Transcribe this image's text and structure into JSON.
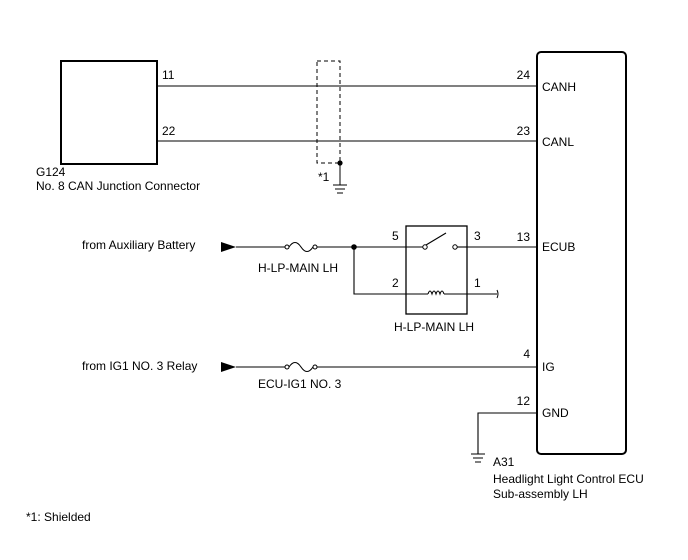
{
  "components": {
    "junction_connector": {
      "code": "G124",
      "name": "No. 8 CAN Junction Connector",
      "pins": [
        "11",
        "22"
      ]
    },
    "ecu": {
      "code": "A31",
      "name_line1": "Headlight Light Control ECU",
      "name_line2": "Sub-assembly LH",
      "pins": [
        {
          "number": "24",
          "label": "CANH"
        },
        {
          "number": "23",
          "label": "CANL"
        },
        {
          "number": "13",
          "label": "ECUB"
        },
        {
          "number": "4",
          "label": "IG"
        },
        {
          "number": "12",
          "label": "GND"
        }
      ]
    },
    "relay": {
      "name": "H-LP-MAIN LH",
      "pins": [
        "5",
        "3",
        "2",
        "1"
      ]
    }
  },
  "sources": {
    "aux_battery": "from Auxiliary Battery",
    "ig1_relay": "from IG1 NO. 3 Relay"
  },
  "fuses": {
    "hlp_main": "H-LP-MAIN LH",
    "ecu_ig1": "ECU-IG1 NO. 3"
  },
  "shield": {
    "marker": "*1",
    "legend": "*1: Shielded"
  }
}
